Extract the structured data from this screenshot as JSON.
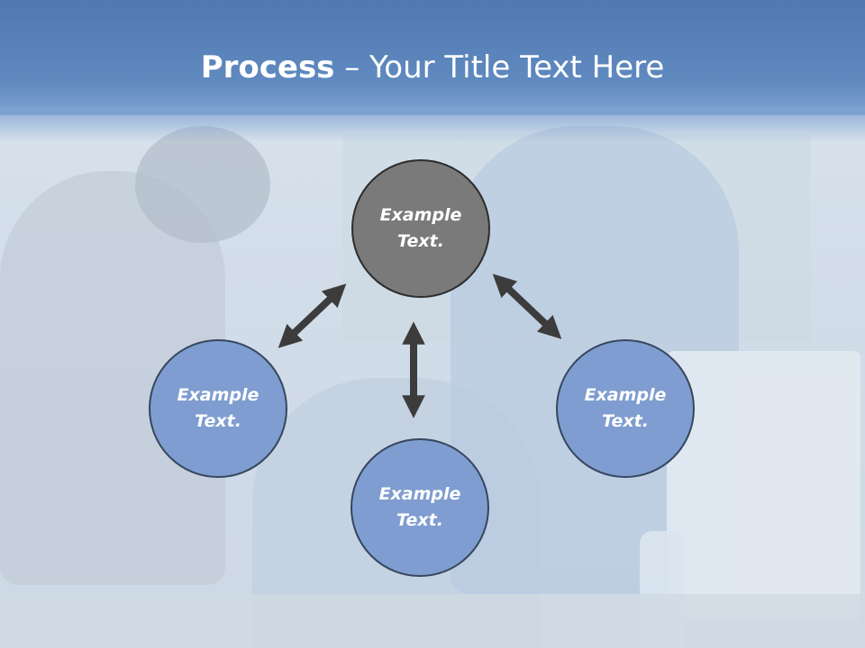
{
  "slide": {
    "title_bold": "Process",
    "title_rest": " – Your Title Text Here",
    "accent_color": "#7f9dd0",
    "center_color": "#7a7a7a",
    "arrow_color": "#3c3c3c"
  },
  "nodes": {
    "top": "Example Text.",
    "left": "Example Text.",
    "bottom": "Example Text.",
    "right": "Example Text."
  }
}
